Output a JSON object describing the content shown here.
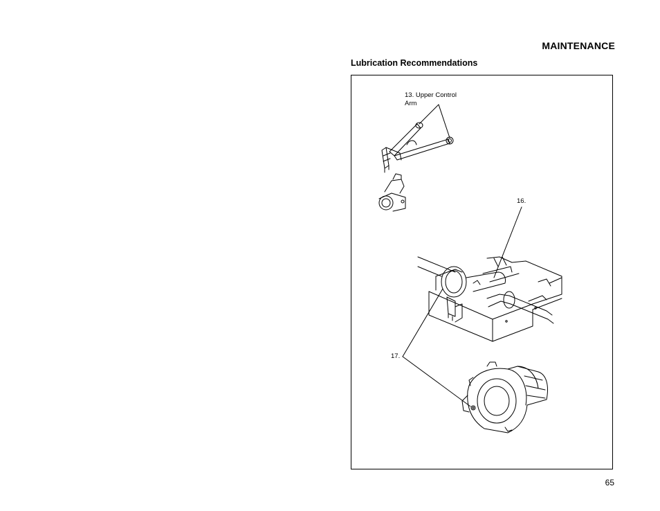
{
  "header": {
    "section": "MAINTENANCE"
  },
  "subsection": {
    "title": "Lubrication Recommendations"
  },
  "figure": {
    "callouts": {
      "upper_control_arm_line1": "13. Upper Control",
      "upper_control_arm_line2": "Arm",
      "item16": "16.",
      "item17": "17."
    }
  },
  "footer": {
    "page_number": "65"
  }
}
